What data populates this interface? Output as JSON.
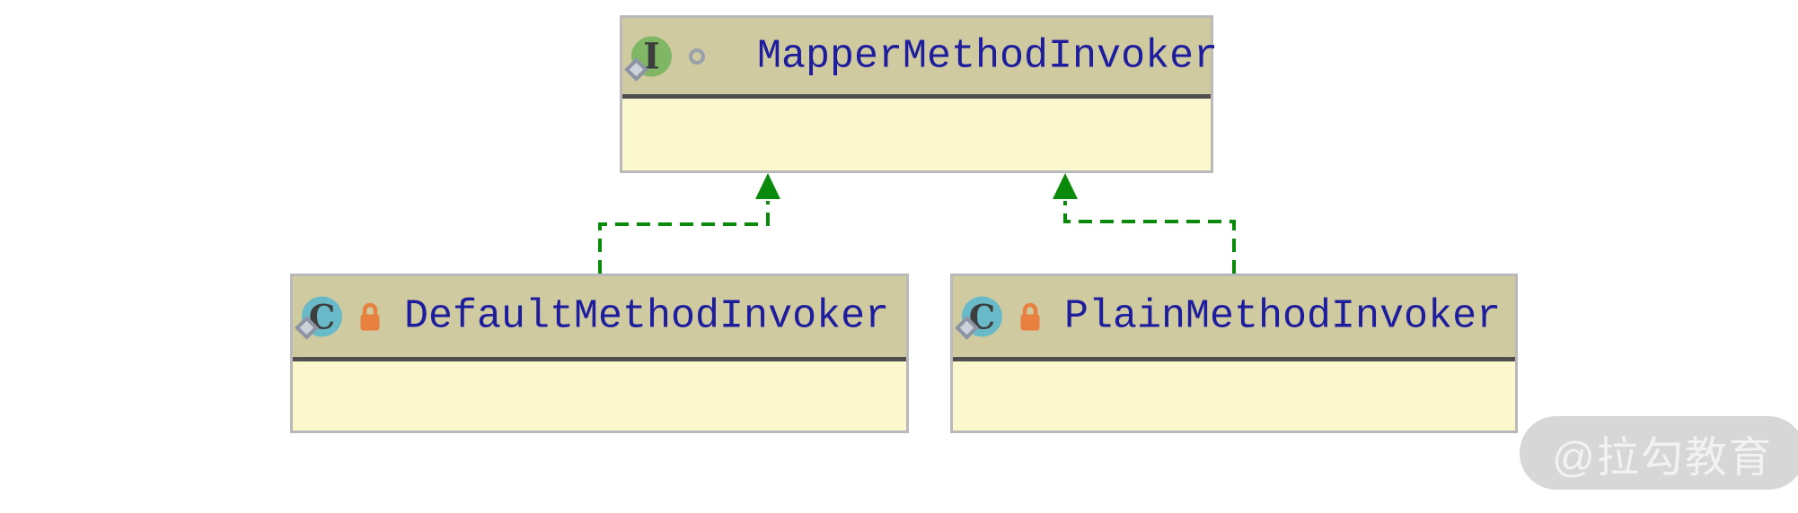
{
  "diagram": {
    "kind": "uml-class-diagram",
    "nodes": [
      {
        "id": "MapperMethodInvoker",
        "label": "MapperMethodInvoker",
        "type": "interface",
        "icon_letter": "I",
        "icons": [
          "interface-circle-icon",
          "diamond-marker-icon",
          "visibility-ring-icon"
        ],
        "members_section_text": ""
      },
      {
        "id": "DefaultMethodInvoker",
        "label": "DefaultMethodInvoker",
        "type": "class",
        "icon_letter": "C",
        "icons": [
          "class-circle-icon",
          "diamond-marker-icon",
          "final-lock-icon"
        ],
        "members_section_text": ""
      },
      {
        "id": "PlainMethodInvoker",
        "label": "PlainMethodInvoker",
        "type": "class",
        "icon_letter": "C",
        "icons": [
          "class-circle-icon",
          "diamond-marker-icon",
          "final-lock-icon"
        ],
        "members_section_text": ""
      }
    ],
    "edges": [
      {
        "from": "DefaultMethodInvoker",
        "to": "MapperMethodInvoker",
        "type": "implements",
        "style": "green-dashed-hollowless-arrow"
      },
      {
        "from": "PlainMethodInvoker",
        "to": "MapperMethodInvoker",
        "type": "implements",
        "style": "green-dashed-hollowless-arrow"
      }
    ],
    "colors": {
      "node_header": "#cfcaa0",
      "node_body": "#fcf8cd",
      "node_border": "#b9b9b9",
      "header_separator": "#4f4f4f",
      "name_text": "#1d1d9e",
      "edge_green": "#0a8a0a",
      "interface_icon_green": "#80b765",
      "class_icon_teal": "#68bac8",
      "lock_orange": "#e8803f",
      "diamond_gray": "#8c94a3",
      "watermark_bg": "#d4d4d4",
      "watermark_text": "#f2f2f2"
    }
  },
  "watermark": {
    "label": "@拉勾教育"
  }
}
